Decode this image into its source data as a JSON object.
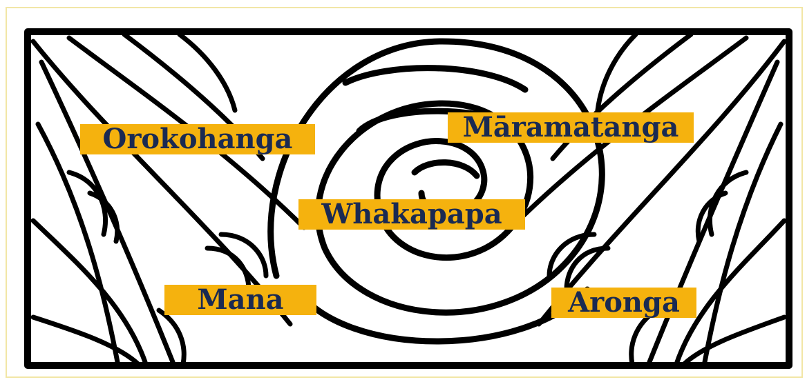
{
  "figure": {
    "style": {
      "line_color": "#000000",
      "background": "#ffffff",
      "frame_color": "#f2e6a6",
      "label_background": "#f5b20e",
      "label_text_color": "#1a2a52"
    },
    "labels": {
      "orokohanga": "Orokohanga",
      "maramatanga": "Māramatanga",
      "whakapapa": "Whakapapa",
      "mana": "Mana",
      "aronga": "Aronga"
    }
  }
}
